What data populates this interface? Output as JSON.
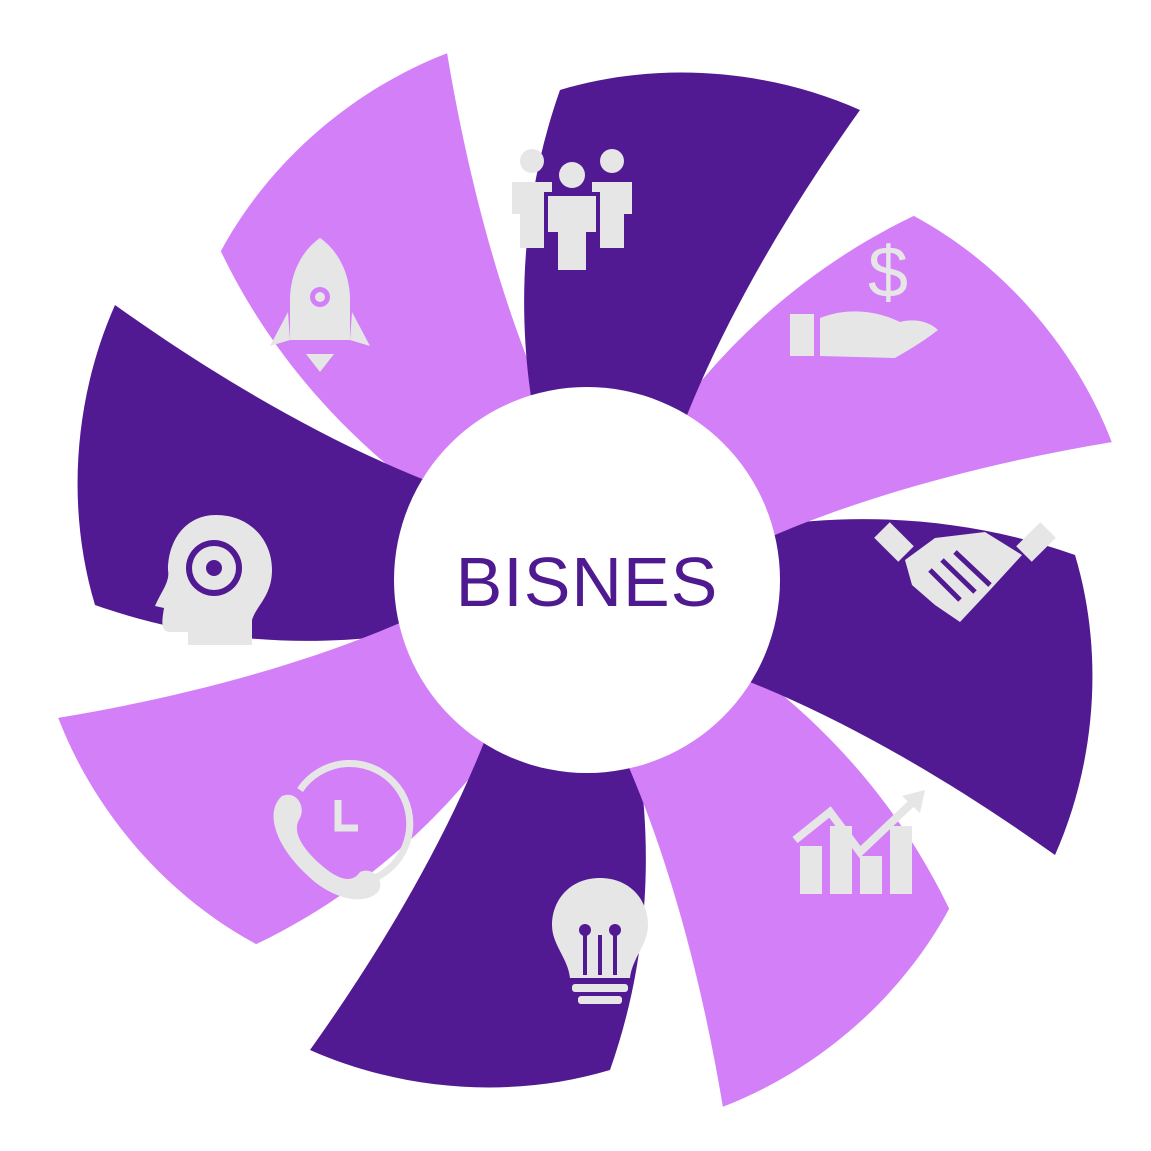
{
  "center": {
    "label": "BISNES"
  },
  "colors": {
    "dark": "#521a92",
    "light": "#d37ff8",
    "center_fill": "#ffffff",
    "icon": "#e6e6e6",
    "text": "#4f1a8f"
  },
  "segments": [
    {
      "id": "team",
      "icon": "team-icon",
      "shade": "dark"
    },
    {
      "id": "money",
      "icon": "money-hand-icon",
      "shade": "light"
    },
    {
      "id": "deal",
      "icon": "handshake-icon",
      "shade": "dark"
    },
    {
      "id": "growth",
      "icon": "growth-chart-icon",
      "shade": "light"
    },
    {
      "id": "idea",
      "icon": "lightbulb-icon",
      "shade": "dark"
    },
    {
      "id": "support",
      "icon": "phone-clock-icon",
      "shade": "light"
    },
    {
      "id": "thinking",
      "icon": "head-gear-icon",
      "shade": "dark"
    },
    {
      "id": "launch",
      "icon": "rocket-icon",
      "shade": "light"
    }
  ]
}
